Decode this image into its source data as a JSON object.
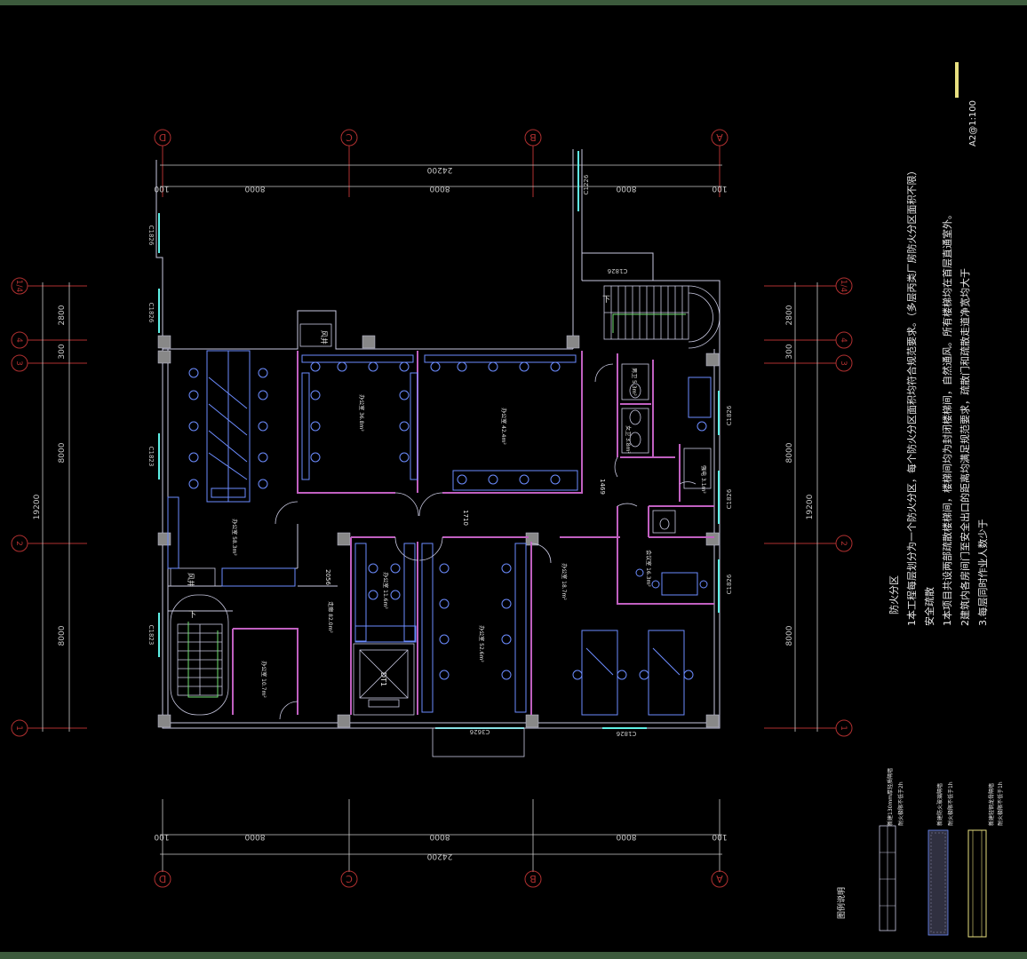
{
  "colors": {
    "background": "#000000",
    "frame": "#3c5a3c",
    "axis": "#b03030",
    "dimension": "#c8c8c8",
    "wall": "#c8c8e0",
    "partition": "#c060c0",
    "furniture": "#6c8cff",
    "window": "#5ff0e6",
    "text": "#e8e8e8",
    "legend_yellow": "#e8e080",
    "stair_green": "#70e070"
  },
  "axes_vertical_top": [
    "D",
    "C",
    "B",
    "A"
  ],
  "axes_vertical_bottom": [
    "D",
    "C",
    "B",
    "A"
  ],
  "axes_horizontal": [
    "1",
    "2",
    "3",
    "4",
    "1/4"
  ],
  "dims": {
    "top_total": "24200",
    "top_segments": [
      "100",
      "8000",
      "8000",
      "8000",
      "100"
    ],
    "bottom_total": "24200",
    "bottom_segments": [
      "100",
      "8000",
      "8000",
      "8000",
      "100"
    ],
    "left_total": "19200",
    "left_segments": [
      "8000",
      "8000",
      "300",
      "2800"
    ],
    "right_total": "19200",
    "right_segments": [
      "8000",
      "8000",
      "300",
      "2800"
    ]
  },
  "windows": {
    "top_c1226": "C1226",
    "left_c1826_a": "C1826",
    "left_c1826_b": "C1826",
    "left_c1823_a": "C1823",
    "left_c1823_b": "C1823",
    "right_c1826_a": "C1826",
    "right_c1826_b": "C1826",
    "right_c1826_c": "C1826",
    "bottom_c3626": "C3626",
    "bottom_c1826": "C1826",
    "stair_c1826": "C1826"
  },
  "rooms": {
    "r1": "办公室 36.8m²",
    "r2": "办公室 42.4m²",
    "r3": "办公室 58.3m²",
    "r4": "办公室 11.6m²",
    "r5": "办公室 52.6m²",
    "r6": "办公室 18.7m²",
    "r7": "办公室 10.7m²",
    "r8": "走廊 82.0m²",
    "r9": "会议室 16.3m²",
    "r10": "男卫 5.3m²",
    "r11": "女卫 3.8m²",
    "r12": "强电 3.1m²",
    "stair_down": "下",
    "shaft_a": "风井",
    "shaft_b": "风井",
    "elevator": "DT1",
    "door_1710": "1710",
    "door_1469": "1469",
    "door_2056": "2056"
  },
  "notes": {
    "title_fire": "防火分区",
    "line1": "1本工程每层划分为一个防火分区，每个防火分区面积均符合规范要求。（多层丙类厂房防火分区面积不限）",
    "title_safety": "安全疏散",
    "line2": "1本项目共设两部疏散楼梯间，楼梯间均为封闭楼梯间，自然通风。所有楼梯均在首层直通室外。",
    "line3": "2建筑内各房间门至安全出口的距离均满足规范要求，疏散门和疏散走道净宽均大于",
    "line4": "3.每层同时作业人数少于",
    "scale": "A2@1:100"
  },
  "legend": {
    "title": "图例说明",
    "item1": "新建130mm厚轻质隔墙",
    "item1b": "耐火极限不低于2h",
    "item2": "新建防火玻璃隔墙",
    "item2b": "耐火极限不低于1h",
    "item3": "新建轻钢龙骨隔墙",
    "item3b": "耐火极限不低于1h"
  }
}
